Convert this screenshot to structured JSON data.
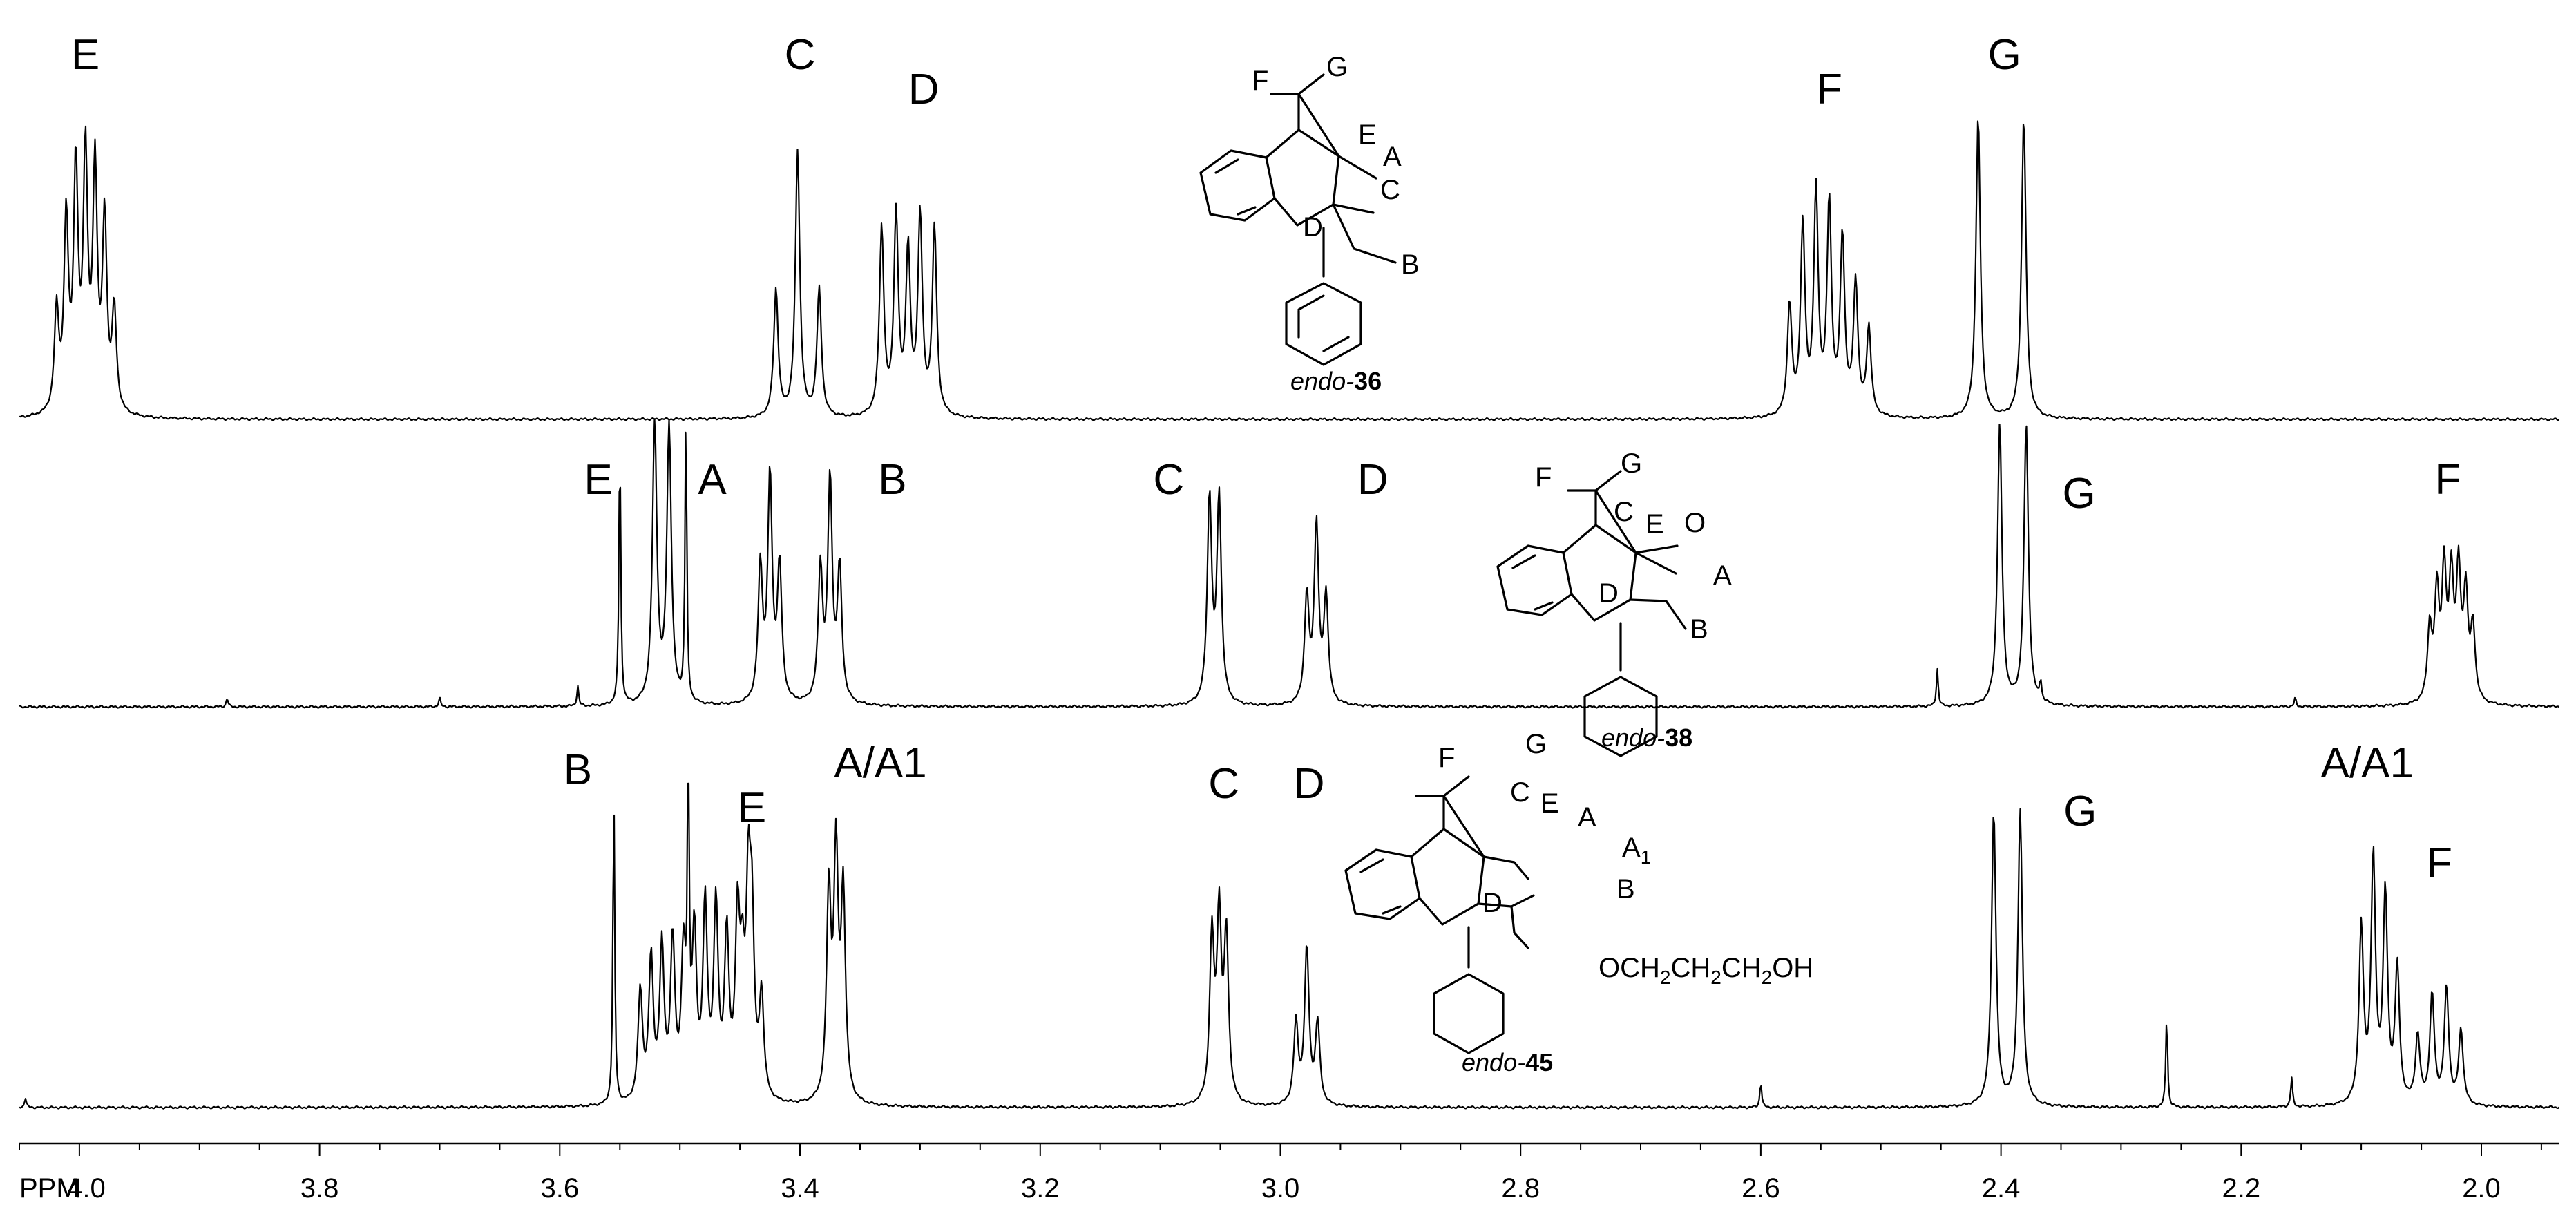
{
  "chart_data": {
    "type": "line",
    "x_axis": {
      "unit_label": "PPM",
      "range": [
        4.05,
        1.935
      ],
      "reversed": true,
      "ticks": [
        "4.0",
        "3.8",
        "3.6",
        "3.4",
        "3.2",
        "3.0",
        "2.8",
        "2.6",
        "2.4",
        "2.2",
        "2.0"
      ]
    },
    "grid": false,
    "legend": "none",
    "spectra": [
      {
        "compound_prefix": "endo-",
        "compound_number": "36",
        "peaks": [
          {
            "label": "E",
            "ppm": 3.995,
            "height": 0.78,
            "lines": [
              -0.024,
              -0.016,
              -0.008,
              0.0,
              0.008,
              0.016,
              0.024
            ],
            "weights": [
              0.4,
              0.75,
              0.95,
              1.0,
              0.95,
              0.75,
              0.4
            ]
          },
          {
            "label": "C",
            "ppm": 3.402,
            "height": 0.82,
            "lines": [
              -0.018,
              0.0,
              0.018
            ],
            "weights": [
              0.48,
              1.0,
              0.48
            ]
          },
          {
            "label": "D",
            "ppm": 3.31,
            "height": 0.72,
            "lines": [
              -0.022,
              -0.01,
              0.0,
              0.01,
              0.022
            ],
            "weights": [
              0.8,
              0.85,
              0.7,
              0.85,
              0.8
            ]
          },
          {
            "label": "F",
            "ppm": 2.543,
            "height": 0.68,
            "lines": [
              -0.033,
              -0.022,
              -0.011,
              0.0,
              0.011,
              0.022,
              0.033
            ],
            "weights": [
              0.4,
              0.6,
              0.8,
              0.95,
              1.0,
              0.85,
              0.5
            ]
          },
          {
            "label": "G",
            "ppm": 2.4,
            "height": 0.93,
            "lines": [
              -0.019,
              0.019
            ],
            "weights": [
              1.0,
              1.0
            ]
          }
        ],
        "label_positions": [
          {
            "label": "E",
            "ppm": 3.995,
            "level": "top"
          },
          {
            "label": "C",
            "ppm": 3.4,
            "level": "top"
          },
          {
            "label": "D",
            "ppm": 3.297,
            "level": "mid"
          },
          {
            "label": "F",
            "ppm": 2.543,
            "level": "mid"
          },
          {
            "label": "G",
            "ppm": 2.397,
            "level": "top"
          }
        ],
        "structure_labels": [
          "F",
          "G",
          "E",
          "A",
          "C",
          "D",
          "B"
        ]
      },
      {
        "compound_prefix": "endo-",
        "compound_number": "38",
        "peaks": [
          {
            "label": "E",
            "ppm": 3.515,
            "height": 0.98,
            "lines": [
              -0.006,
              0.006
            ],
            "weights": [
              1.0,
              1.0
            ]
          },
          {
            "label": "A",
            "ppm": 3.425,
            "height": 0.78,
            "lines": [
              -0.008,
              0.0,
              0.008
            ],
            "weights": [
              0.6,
              1.0,
              0.6
            ]
          },
          {
            "label": "B",
            "ppm": 3.375,
            "height": 0.77,
            "lines": [
              -0.008,
              0.0,
              0.008
            ],
            "weights": [
              0.6,
              1.0,
              0.6
            ]
          },
          {
            "label": "C",
            "ppm": 3.055,
            "height": 0.72,
            "lines": [
              -0.004,
              0.004
            ],
            "weights": [
              1.0,
              1.0
            ]
          },
          {
            "label": "D",
            "ppm": 2.97,
            "height": 0.62,
            "lines": [
              -0.008,
              0.0,
              0.008
            ],
            "weights": [
              0.6,
              1.0,
              0.6
            ]
          },
          {
            "label": "G",
            "ppm": 2.39,
            "height": 0.98,
            "lines": [
              -0.011,
              0.011
            ],
            "weights": [
              1.0,
              1.0
            ]
          },
          {
            "label": "F",
            "ppm": 2.025,
            "height": 0.46,
            "lines": [
              -0.018,
              -0.012,
              -0.006,
              0.0,
              0.006,
              0.012,
              0.018
            ],
            "weights": [
              0.55,
              0.8,
              0.95,
              0.9,
              0.95,
              0.8,
              0.55
            ]
          }
        ],
        "impurities": [
          {
            "ppm": 3.55,
            "height": 0.92
          },
          {
            "ppm": 3.495,
            "height": 0.98
          },
          {
            "ppm": 3.585,
            "height": 0.07
          },
          {
            "ppm": 3.877,
            "height": 0.03
          },
          {
            "ppm": 3.7,
            "height": 0.03
          },
          {
            "ppm": 2.453,
            "height": 0.13
          },
          {
            "ppm": 2.367,
            "height": 0.07
          },
          {
            "ppm": 2.155,
            "height": 0.03
          }
        ],
        "label_positions": [
          {
            "label": "E",
            "ppm": 3.568
          },
          {
            "label": "A",
            "ppm": 3.473
          },
          {
            "label": "B",
            "ppm": 3.323
          },
          {
            "label": "C",
            "ppm": 3.093
          },
          {
            "label": "D",
            "ppm": 2.923
          },
          {
            "label": "G",
            "ppm": 2.335
          },
          {
            "label": "F",
            "ppm": 2.028
          }
        ],
        "structure_labels": [
          "F",
          "G",
          "C",
          "E",
          "O",
          "A",
          "D",
          "B"
        ]
      },
      {
        "compound_prefix": "endo-",
        "compound_number": "45",
        "peaks": [
          {
            "label": "B",
            "ppm": 3.5,
            "height": 0.62,
            "lines": [
              -0.057,
              -0.048,
              -0.039,
              -0.03,
              -0.021,
              -0.012,
              -0.003,
              0.006,
              0.015,
              0.024,
              0.033
            ],
            "weights": [
              0.95,
              0.85,
              0.8,
              0.95,
              0.95,
              0.8,
              0.7,
              0.78,
              0.75,
              0.7,
              0.55
            ]
          },
          {
            "label": "E",
            "ppm": 3.44,
            "height": 0.48,
            "lines": [
              -0.008,
              0.0,
              0.008
            ],
            "weights": [
              0.65,
              1.0,
              0.65
            ]
          },
          {
            "label": "A/A1",
            "ppm": 3.37,
            "height": 0.74,
            "lines": [
              -0.006,
              0.0,
              0.006
            ],
            "weights": [
              0.85,
              1.0,
              0.85
            ]
          },
          {
            "label": "C",
            "ppm": 3.051,
            "height": 0.56,
            "lines": [
              -0.006,
              0.0,
              0.006
            ],
            "weights": [
              0.9,
              1.0,
              0.9
            ]
          },
          {
            "label": "D",
            "ppm": 2.978,
            "height": 0.48,
            "lines": [
              -0.009,
              0.0,
              0.009
            ],
            "weights": [
              0.52,
              1.0,
              0.52
            ]
          },
          {
            "label": "G",
            "ppm": 2.395,
            "height": 0.91,
            "lines": [
              -0.011,
              0.011
            ],
            "weights": [
              1.0,
              1.0
            ]
          },
          {
            "label": "A/A1",
            "ppm": 2.09,
            "height": 0.75,
            "lines": [
              -0.02,
              -0.01,
              0.0,
              0.01
            ],
            "weights": [
              0.55,
              0.85,
              1.0,
              0.72
            ]
          },
          {
            "label": "F",
            "ppm": 2.035,
            "height": 0.42,
            "lines": [
              -0.018,
              -0.006,
              0.006,
              0.018
            ],
            "weights": [
              0.55,
              0.85,
              0.8,
              0.5
            ]
          }
        ],
        "impurities": [
          {
            "ppm": 3.555,
            "height": 0.95
          },
          {
            "ppm": 3.493,
            "height": 0.99
          },
          {
            "ppm": 2.262,
            "height": 0.28
          },
          {
            "ppm": 2.6,
            "height": 0.08
          },
          {
            "ppm": 2.158,
            "height": 0.09
          },
          {
            "ppm": 4.045,
            "height": 0.03
          }
        ],
        "label_positions": [
          {
            "label": "B",
            "ppm": 3.585
          },
          {
            "label": "E",
            "ppm": 3.44
          },
          {
            "label": "A/A1",
            "ppm": 3.333
          },
          {
            "label": "C",
            "ppm": 3.047
          },
          {
            "label": "D",
            "ppm": 2.976
          },
          {
            "label": "G",
            "ppm": 2.334
          },
          {
            "label": "A/A1",
            "ppm": 2.095
          },
          {
            "label": "F",
            "ppm": 2.035
          }
        ],
        "structure_labels": [
          "F",
          "G",
          "C",
          "E",
          "A",
          "A",
          "1",
          "D",
          "B",
          "OCH",
          "2",
          "CH",
          "2",
          "CH",
          "2",
          "OH"
        ]
      }
    ]
  }
}
